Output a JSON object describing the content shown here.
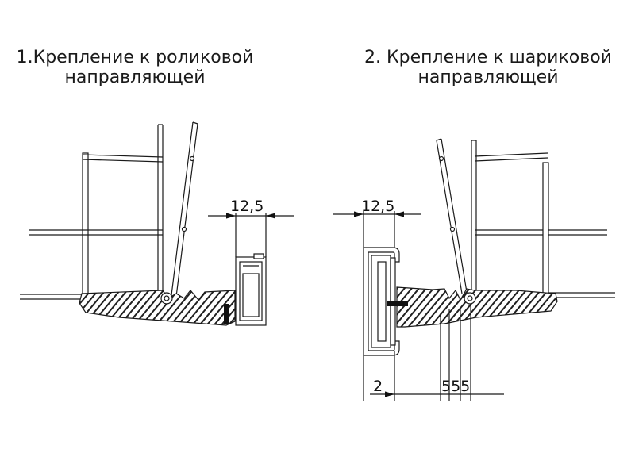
{
  "titles": {
    "left": "1.Крепление к роликовой\nнаправляющей",
    "right": "2. Крепление к шариковой\nнаправляющей"
  },
  "dimensions": {
    "left_width": "12,5",
    "right_width": "12,5",
    "right_gap": "2",
    "right_spacing": "555"
  },
  "colors": {
    "ink": "#1a1a1a",
    "hatch": "#2a2a2a",
    "panel_fill": "#ffffff"
  }
}
